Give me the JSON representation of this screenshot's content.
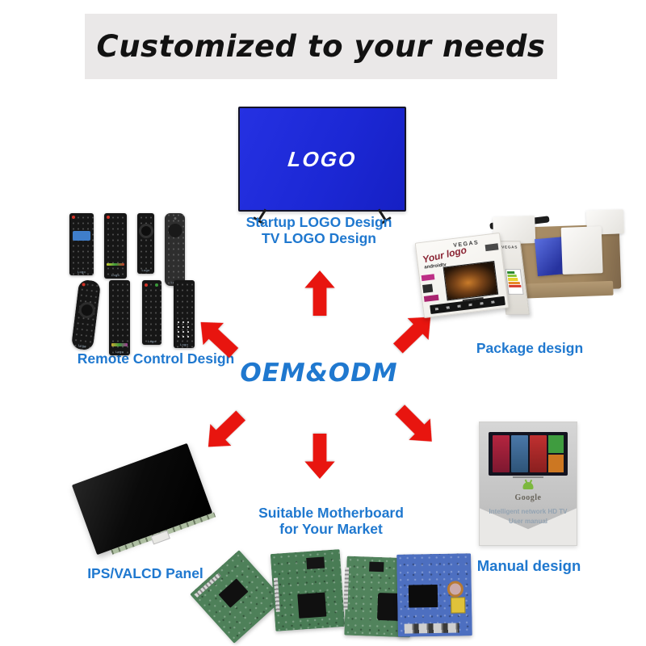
{
  "title": "Customized to your needs",
  "center": {
    "label": "OEM&ODM"
  },
  "colors": {
    "accent_blue": "#1f78cf",
    "arrow_red": "#e8150f",
    "tv_blue": "#1c28d5",
    "banner_gray": "#eae8e8"
  },
  "tv": {
    "screen_text": "LOGO"
  },
  "remotes": {
    "logo_label": "Logo"
  },
  "sections": {
    "logo_design": {
      "line1": "Startup LOGO Design",
      "line2": "TV LOGO Design"
    },
    "remote": {
      "label": "Remote Control Design"
    },
    "package": {
      "label": "Package design",
      "box": {
        "brand": "VEGAS",
        "your_logo": "Your logo",
        "android": "androidtv"
      }
    },
    "panel": {
      "label": "IPS/VALCD Panel"
    },
    "motherboard": {
      "line1": "Suitable Motherboard",
      "line2": "for Your Market"
    },
    "manual": {
      "label": "Manual design",
      "cover": {
        "google": "Google",
        "line1": "Intelligent network HD TV",
        "line2": "User manual"
      }
    }
  },
  "icons": {
    "arrows": [
      "arrow-up",
      "arrow-up-left",
      "arrow-up-right",
      "arrow-down-left",
      "arrow-down",
      "arrow-down-right"
    ]
  }
}
